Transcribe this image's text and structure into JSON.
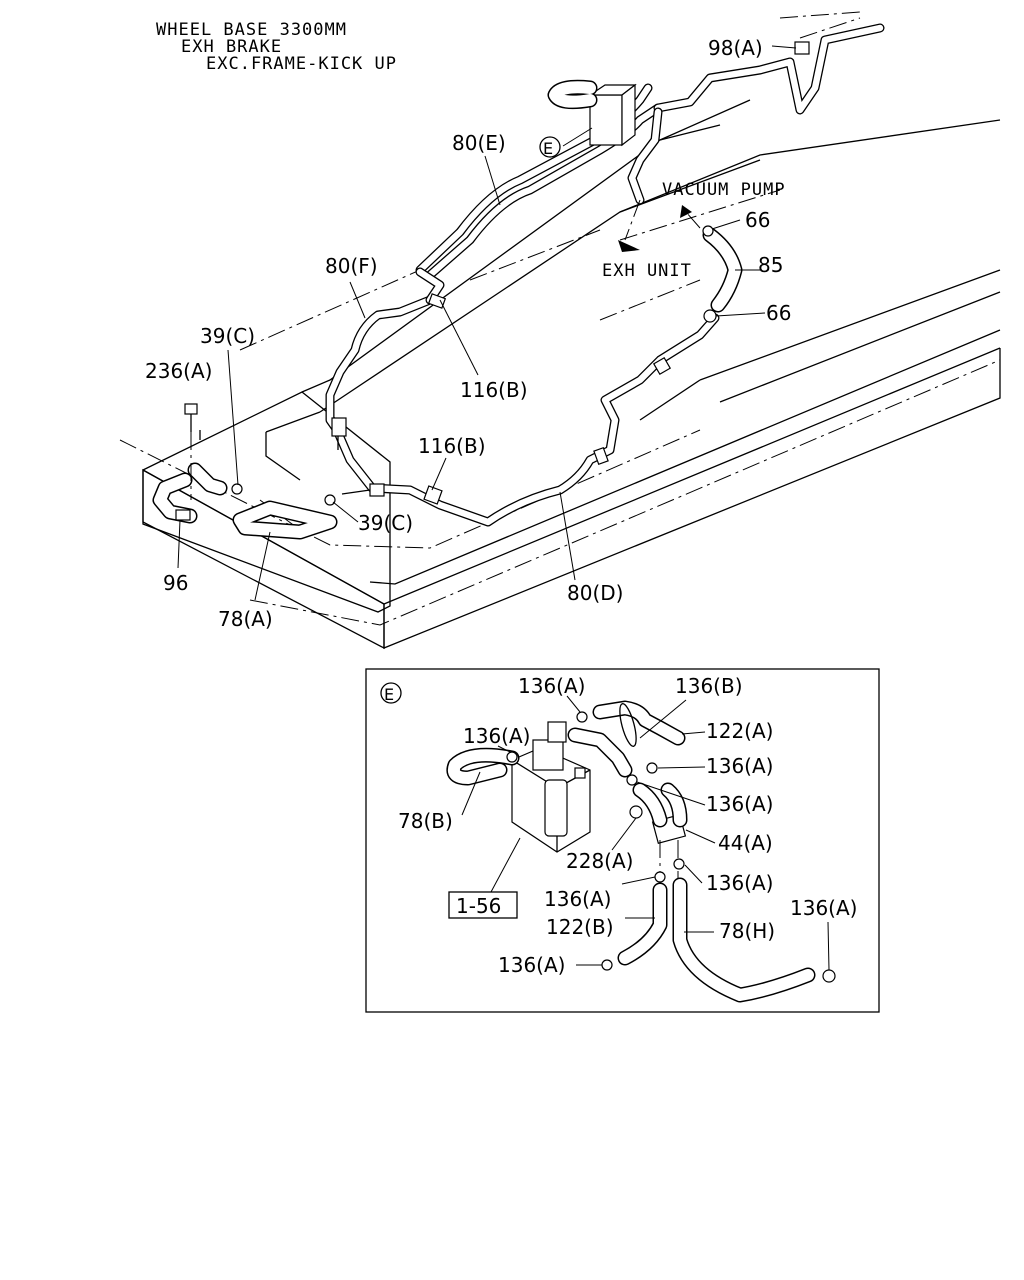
{
  "header": {
    "line1": "WHEEL BASE 3300MM",
    "line2": "EXH BRAKE",
    "line3": "EXC.FRAME-KICK UP"
  },
  "main_view": {
    "labels": {
      "p98a": "98(A)",
      "p80e": "80(E)",
      "circle_e": "E",
      "vacuum_pump": "VACUUM PUMP",
      "p66_top": "66",
      "exh_unit": "EXH UNIT",
      "p85": "85",
      "p66_bottom": "66",
      "p80f": "80(F)",
      "p39c_top": "39(C)",
      "p236a": "236(A)",
      "p116b_top": "116(B)",
      "p116b_bottom": "116(B)",
      "p39c_bottom": "39(C)",
      "p96": "96",
      "p78a": "78(A)",
      "p80d": "80(D)"
    }
  },
  "detail_e": {
    "circle_e": "E",
    "labels": {
      "p136a_1": "136(A)",
      "p136b": "136(B)",
      "p136a_2": "136(A)",
      "p122a": "122(A)",
      "p136a_3": "136(A)",
      "p136a_4": "136(A)",
      "p78b": "78(B)",
      "p44a": "44(A)",
      "p228a": "228(A)",
      "p136a_5": "136(A)",
      "p136a_6": "136(A)",
      "p136a_7": "136(A)",
      "p122b": "122(B)",
      "p78h": "78(H)",
      "p136a_8": "136(A)",
      "ref_box": "1-56"
    }
  }
}
